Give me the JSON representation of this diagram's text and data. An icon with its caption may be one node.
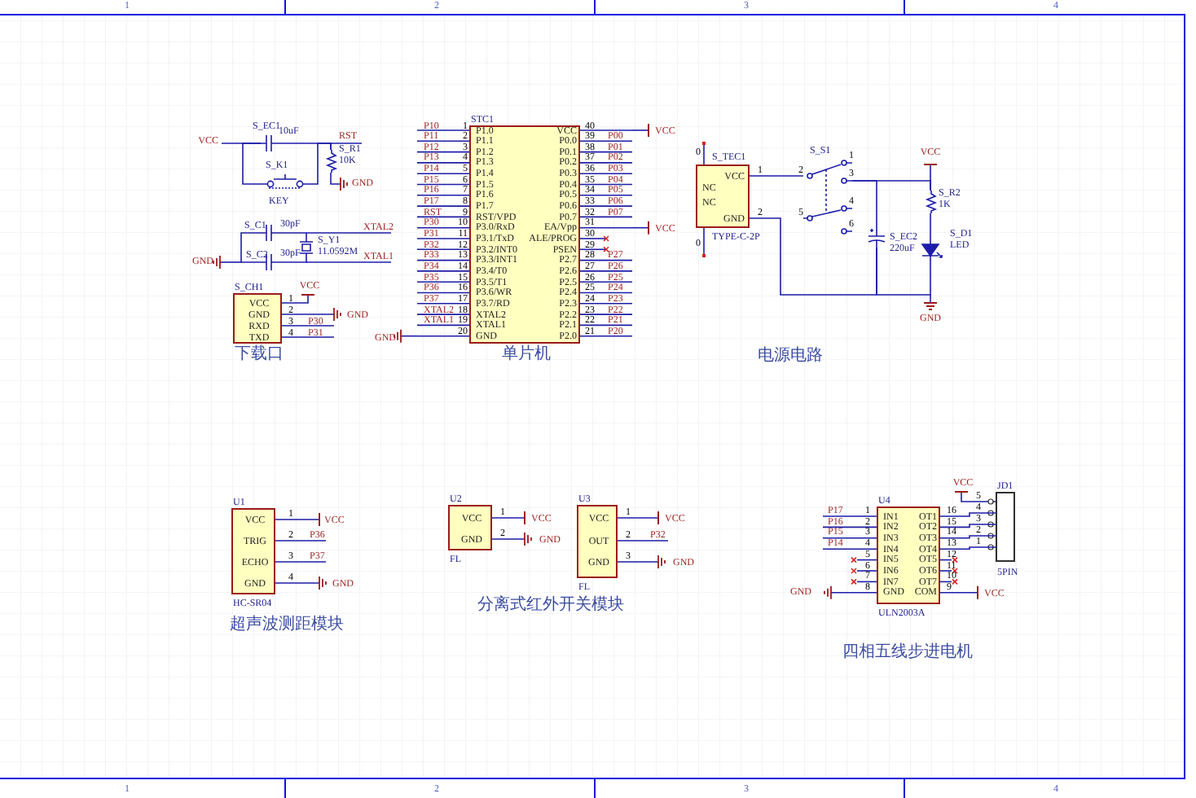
{
  "diagram": {
    "nodes": [
      {
        "text": [
          "S_EC1",
          "10uF"
        ],
        "beside": [
          "VCC"
        ]
      },
      {
        "text": [
          "S_R1",
          "10K"
        ],
        "beside": [
          "RST",
          "GND"
        ]
      },
      {
        "text": [
          "S_K1",
          "KEY"
        ]
      },
      {
        "text": [
          "S_C1",
          "30pF"
        ]
      },
      {
        "text": [
          "S_Y1",
          "11.0592M"
        ],
        "beside": [
          "XTAL2",
          "XTAL1"
        ]
      },
      {
        "text": [
          "S_C2",
          "30pF"
        ],
        "beside": [
          "GND"
        ]
      },
      {
        "text": [
          "S_CH1",
          "VCC",
          "GND",
          "RXD",
          "TXD"
        ],
        "beside": [
          "下载口",
          "1",
          "2",
          "GND",
          "3",
          "P30",
          "4",
          "P31",
          "VCC"
        ]
      },
      {
        "text": [
          "STC1",
          "P1.0",
          "P1.1",
          "P1.2",
          "P1.3",
          "P1.4",
          "P1.5",
          "P1.6",
          "P1.7",
          "RST/VPD",
          "P3.0/RxD",
          "P3.1/TxD",
          "P3.2/INT0",
          "P3.3/INT1",
          "P3.4/T0",
          "P3.5/T1",
          "P3.6/WR",
          "P3.7/RD",
          "XTAL2",
          "XTAL1",
          "GND",
          "VCC",
          "P0.0",
          "P0.1",
          "P0.2",
          "P0.3",
          "P0.4",
          "P0.5",
          "P0.6",
          "P0.7",
          "EA/Vpp",
          "ALE/PROG",
          "PSEN",
          "P2.7",
          "P2.6",
          "P2.5",
          "P2.4",
          "P2.3",
          "P2.2",
          "P2.1",
          "P2.0"
        ],
        "beside": [
          "单片机",
          "P10",
          "1",
          "P11",
          "2",
          "P12",
          "3",
          "P13",
          "4",
          "P14",
          "5",
          "P15",
          "6",
          "P16",
          "7",
          "P17",
          "8",
          "RST",
          "9",
          "P30",
          "10",
          "P31",
          "11",
          "P32",
          "12",
          "P33",
          "13",
          "P34",
          "14",
          "P35",
          "15",
          "P36",
          "16",
          "P37",
          "17",
          "XTAL2",
          "18",
          "XTAL1",
          "19",
          "20",
          "40",
          "VCC",
          "39",
          "P00",
          "38",
          "P01",
          "37",
          "P02",
          "36",
          "P03",
          "35",
          "P04",
          "34",
          "P05",
          "33",
          "P06",
          "32",
          "P07",
          "31",
          "VCC",
          "30",
          "29",
          "28",
          "P27",
          "27",
          "P26",
          "26",
          "P25",
          "25",
          "P24",
          "24",
          "P23",
          "23",
          "P22",
          "22",
          "P21",
          "21",
          "P20",
          "GND"
        ]
      },
      {
        "text": [
          "S_TEC1",
          "VCC",
          "GND",
          "NC",
          "NC"
        ],
        "beside": [
          "TYPE-C-2P",
          "0",
          "0"
        ]
      },
      {
        "text": [
          "S_S1"
        ]
      },
      {
        "text": [
          "S_EC2",
          "220uF"
        ]
      },
      {
        "text": [
          "S_R2",
          "1K"
        ],
        "beside": [
          "VCC"
        ]
      },
      {
        "text": [
          "S_D1",
          "LED"
        ]
      },
      {
        "text": [
          "U1",
          "VCC",
          "TRIG",
          "ECHO",
          "GND"
        ],
        "beside": [
          "HC-SR04",
          "1",
          "VCC",
          "2",
          "P36",
          "3",
          "P37",
          "4",
          "GND"
        ]
      },
      {
        "text": [
          "U2",
          "VCC",
          "GND"
        ],
        "beside": [
          "FL",
          "1",
          "VCC",
          "2",
          "GND"
        ]
      },
      {
        "text": [
          "U3",
          "VCC",
          "OUT",
          "GND"
        ],
        "beside": [
          "FL",
          "1",
          "VCC",
          "2",
          "P32",
          "3",
          "GND"
        ]
      },
      {
        "text": [
          "U4",
          "IN1",
          "IN2",
          "IN3",
          "IN4",
          "IN5",
          "IN6",
          "IN7",
          "GND",
          "OT1",
          "OT2",
          "OT3",
          "OT4",
          "OT5",
          "OT6",
          "OT7",
          "COM"
        ],
        "beside": [
          "ULN2003A",
          "P17",
          "1",
          "P16",
          "2",
          "P15",
          "3",
          "P14",
          "4",
          "5",
          "6",
          "7",
          "8",
          "16",
          "15",
          "14",
          "13",
          "12",
          "11",
          "10",
          "9",
          "VCC"
        ]
      },
      {
        "text": [
          "JD1"
        ],
        "beside": [
          "5PIN",
          "VCC",
          "5",
          "4",
          "3",
          "2",
          "1"
        ]
      }
    ],
    "edges": [
      {
        "from": 0,
        "to": 1,
        "arrow": "none"
      },
      {
        "from": 2,
        "to": 0,
        "arrow": "none"
      },
      {
        "from": 2,
        "to": 1,
        "arrow": "none"
      },
      {
        "from": 3,
        "to": 4,
        "arrow": "none"
      },
      {
        "from": 5,
        "to": 4,
        "arrow": "none"
      },
      {
        "from": 3,
        "to": 5,
        "arrow": "none"
      },
      {
        "from": 8,
        "to": 9,
        "arrow": "none"
      },
      {
        "from": 8,
        "to": 10,
        "arrow": "none"
      },
      {
        "from": 9,
        "to": 10,
        "arrow": "none"
      },
      {
        "from": 9,
        "to": 11,
        "arrow": "none"
      },
      {
        "from": 11,
        "to": 12,
        "arrow": "none"
      },
      {
        "from": 10,
        "to": 12,
        "arrow": "none"
      },
      {
        "from": 16,
        "to": 17,
        "arrow": "none"
      },
      {
        "from": 16,
        "to": 17,
        "arrow": "none"
      },
      {
        "from": 16,
        "to": 17,
        "arrow": "none"
      },
      {
        "from": 16,
        "to": 17,
        "arrow": "none"
      }
    ],
    "labels": [
      "1",
      "2",
      "3",
      "4",
      "1",
      "2",
      "1",
      "3",
      "2",
      "5",
      "4",
      "6",
      "GND",
      "电源电路",
      "超声波测距模块",
      "分离式红外开关模块",
      "GND",
      "四相五线步进电机",
      "1",
      "2",
      "3",
      "4"
    ]
  }
}
